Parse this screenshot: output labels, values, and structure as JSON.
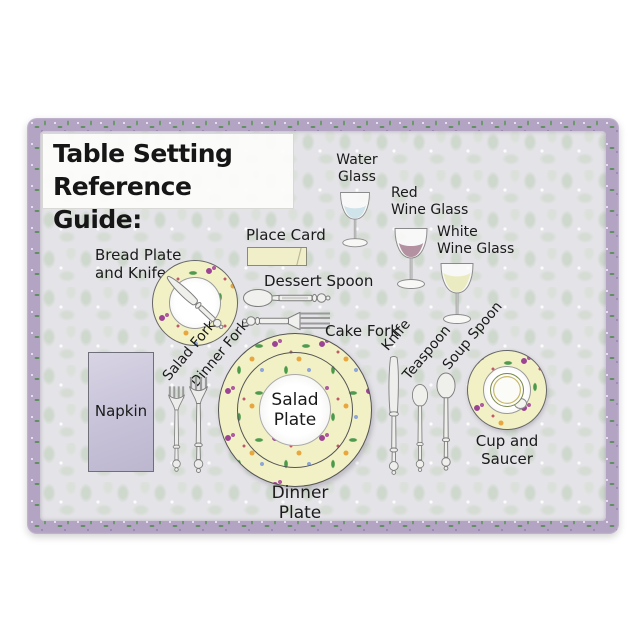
{
  "placemat": {
    "title": "Table Setting\nReference Guide:",
    "items": {
      "water_glass": "Water\nGlass",
      "red_wine_glass": "Red\nWine Glass",
      "white_wine_glass": "White\nWine Glass",
      "place_card": "Place Card",
      "dessert_spoon": "Dessert Spoon",
      "cake_fork": "Cake Fork",
      "bread_plate_and_knife": "Bread Plate\nand Knife",
      "salad_fork": "Salad Fork",
      "dinner_fork": "Dinner Fork",
      "napkin": "Napkin",
      "salad_plate": "Salad\nPlate",
      "dinner_plate": "Dinner Plate",
      "knife": "Knife",
      "teaspoon": "Teaspoon",
      "soup_spoon": "Soup Spoon",
      "cup_and_saucer": "Cup and\nSaucer"
    },
    "colors": {
      "border_lavender": "#b3a4c3",
      "mat_background": "#e4e3e7",
      "china_yellow": "#f2f1c6",
      "napkin_lavender": "#c7c2d8",
      "place_card_cream": "#f0efc9",
      "water": "#cfe3ea",
      "red_wine": "#b391a0",
      "white_wine": "#ebebc2"
    }
  }
}
